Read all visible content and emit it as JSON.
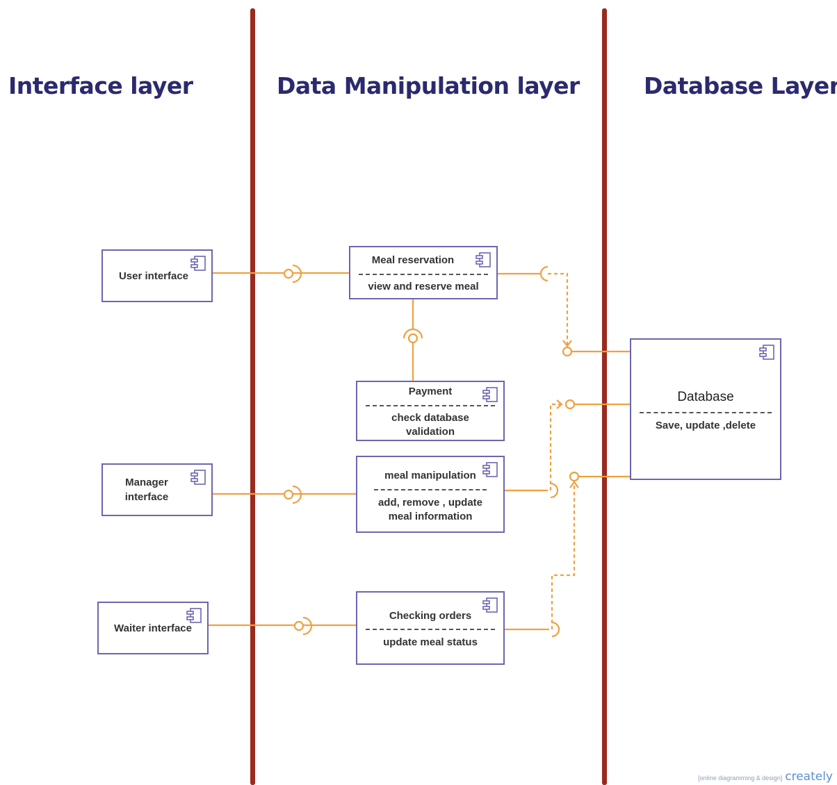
{
  "layers": {
    "interface": "Interface layer",
    "data_manipulation": "Data Manipulation  layer",
    "database": "Database Layer"
  },
  "components": {
    "user_interface": {
      "label": "User interface"
    },
    "manager_interface": {
      "label": "Manager\ninterface"
    },
    "waiter_interface": {
      "label": "Waiter interface"
    },
    "meal_reservation": {
      "name": "Meal reservation",
      "ops": "view and reserve meal"
    },
    "payment": {
      "name": "Payment",
      "ops": "check database\nvalidation"
    },
    "meal_manipulation": {
      "name": "meal manipulation",
      "ops": "add, remove , update\nmeal information"
    },
    "checking_orders": {
      "name": "Checking orders",
      "ops": "update meal status"
    },
    "database": {
      "name": "Database",
      "ops": "Save, update ,delete"
    }
  },
  "colors": {
    "title": "#2b2a6e",
    "divider": "#9b2a1e",
    "component_border": "#6b66ad",
    "connector": "#f0a040"
  },
  "icons": {
    "component": "component-icon"
  },
  "watermark": {
    "tagline": "[online diagramming & design]",
    "brand": "creately"
  }
}
